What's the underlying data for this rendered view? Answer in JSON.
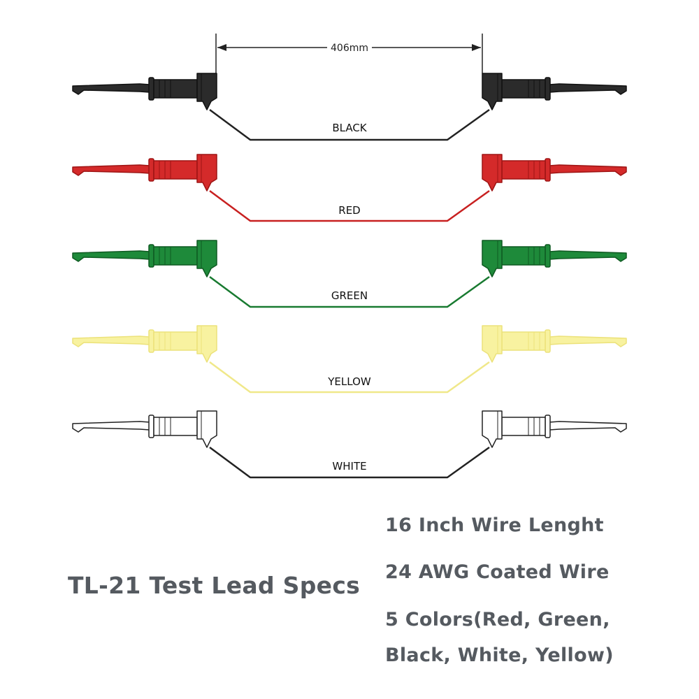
{
  "dimension_label": "406mm",
  "leads": [
    {
      "label": "BLACK",
      "fill": "#2b2b2b",
      "stroke": "#111111",
      "wire": "#222222"
    },
    {
      "label": "RED",
      "fill": "#d42a2a",
      "stroke": "#9e1414",
      "wire": "#c82020"
    },
    {
      "label": "GREEN",
      "fill": "#1e8a3a",
      "stroke": "#0f5a22",
      "wire": "#187a30"
    },
    {
      "label": "YELLOW",
      "fill": "#f8f2a0",
      "stroke": "#ece27a",
      "wire": "#f0e88a"
    },
    {
      "label": "WHITE",
      "fill": "#ffffff",
      "stroke": "#222222",
      "wire": "#222222"
    }
  ],
  "specs": {
    "title": "TL-21 Test Lead Specs",
    "lines": [
      "16 Inch Wire Lenght",
      "24 AWG Coated Wire",
      "5 Colors(Red, Green,",
      "Black, White, Yellow)"
    ]
  }
}
